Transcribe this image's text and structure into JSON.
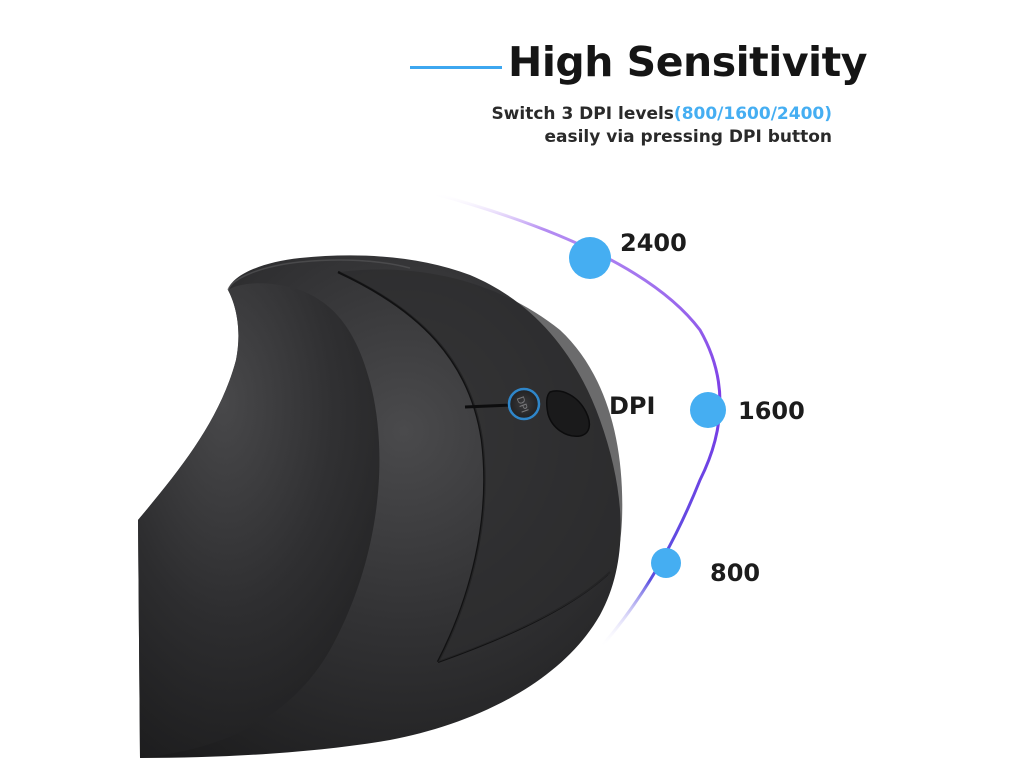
{
  "heading": {
    "title": "High Sensitivity",
    "accent_color": "#3da7f0"
  },
  "description": {
    "line1_prefix": "Switch 3 DPI levels",
    "line1_highlight": "(800/1600/2400)",
    "line2": "easily via pressing DPI button",
    "highlight_color": "#45aef2"
  },
  "dpi_button": {
    "label": "DPI",
    "icon": "dpi-button-icon"
  },
  "dpi_levels": [
    {
      "label": "2400"
    },
    {
      "label": "1600"
    },
    {
      "label": "800"
    }
  ],
  "arc_colors": {
    "start": "#b48cf2",
    "middle": "#7a3ce6",
    "end": "#5a4fe0",
    "marker": "#45aef2"
  }
}
